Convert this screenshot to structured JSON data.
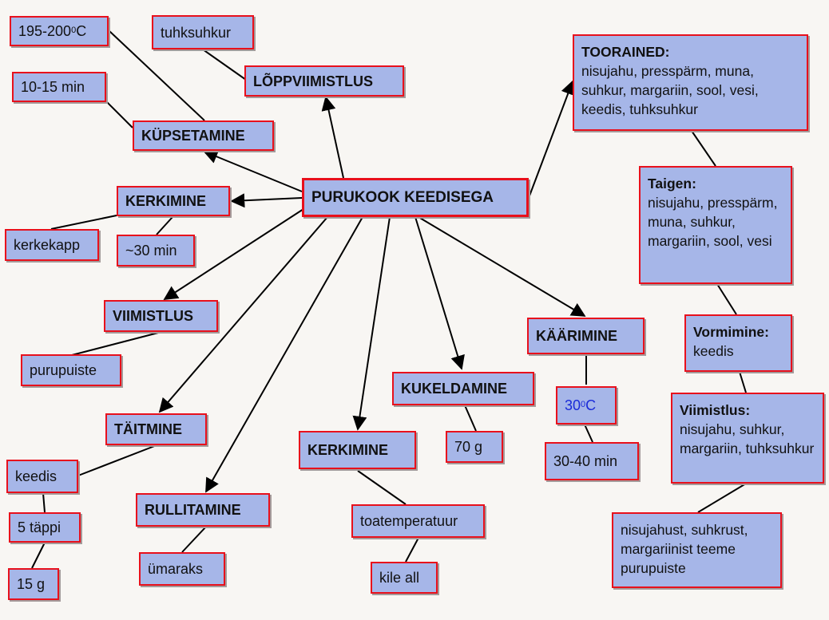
{
  "nodes": {
    "temp_oven": {
      "base": "195-200",
      "sup": "0",
      "after": "C"
    },
    "tuhksuhkur": "tuhksuhkur",
    "loppviimistlus": "LÕPPVIIMISTLUS",
    "time_bake": "10-15 min",
    "kupsetamine": "KÜPSETAMINE",
    "kerkimine1": "KERKIMINE",
    "kerkekapp": "kerkekapp",
    "time_rise": "~30 min",
    "main": "PURUKOOK KEEDISEGA",
    "viimistlus": "VIIMISTLUS",
    "purupuiste": "purupuiste",
    "taitmine": "TÄITMINE",
    "keedis": "keedis",
    "tappi": "5 täppi",
    "g15": "15 g",
    "rullitamine": "RULLITAMINE",
    "umaraks": "ümaraks",
    "kerkimine2": "KERKIMINE",
    "toatemperatuur": "toatemperatuur",
    "kile_all": "kile all",
    "kukeldamine": "KUKELDAMINE",
    "g70": "70 g",
    "kaarimine": "KÄÄRIMINE",
    "temp_ferment": {
      "base": "30",
      "sup": "0",
      "after": "C"
    },
    "time_ferment": "30-40 min",
    "toorained": {
      "title": "TOORAINED:",
      "text": "nisujahu, presspärm, muna, suhkur, margariin, sool, vesi, keedis, tuhksuhkur"
    },
    "taigen": {
      "title": "Taigen:",
      "text": "nisujahu, presspärm, muna, suhkur, margariin, sool, vesi"
    },
    "vormimine": {
      "title": "Vormimine:",
      "text": "keedis"
    },
    "viimistlus_box": {
      "title": "Viimistlus:",
      "text": "nisujahu, suhkur, margariin, tuhksuhkur"
    },
    "purupuiste_note": "nisujahust, suhkrust, margariinist teeme purupuiste"
  },
  "colors": {
    "node_fill": "#a6b6e8",
    "node_border": "#e8101c",
    "edge": "#000000",
    "blue_text": "#1a2bd8"
  }
}
